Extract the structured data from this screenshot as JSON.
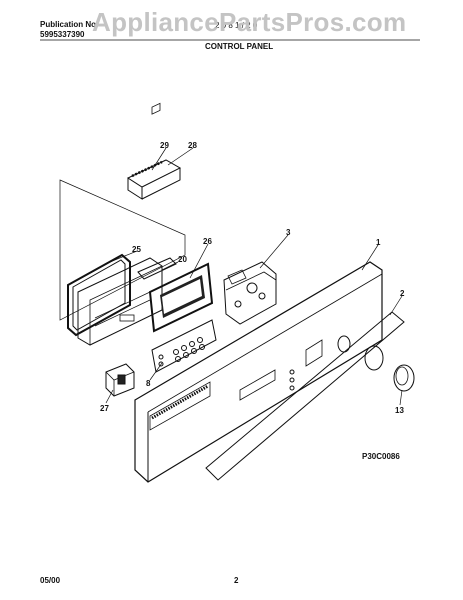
{
  "header": {
    "publication_label": "Publication No.",
    "publication_number": "5995337390",
    "model": "2 0 8 1 / 2 0",
    "section_title": "CONTROL PANEL"
  },
  "watermark": "AppliancePartsPros.com",
  "callouts": {
    "c1": "1",
    "c2": "2",
    "c3": "3",
    "c8": "8",
    "c13": "13",
    "c20": "20",
    "c25": "25",
    "c26": "26",
    "c27": "27",
    "c28": "28",
    "c29": "29"
  },
  "diagram_code": "P30C0086",
  "footer": {
    "date": "05/00",
    "page": "2"
  }
}
